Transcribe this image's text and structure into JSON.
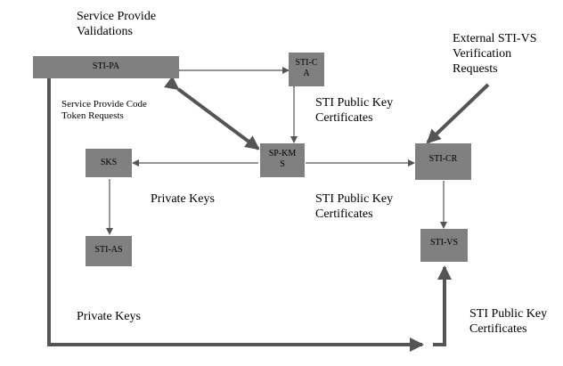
{
  "nodes": {
    "sti_pa": "STI-PA",
    "sti_ca": [
      "STI-C",
      "A"
    ],
    "sp_kms": [
      "SP-KM",
      "S"
    ],
    "sks": "SKS",
    "sti_as": "STI-AS",
    "sti_cr": "STI-CR",
    "sti_vs": "STI-VS"
  },
  "labels": {
    "service_provide_validations": [
      "Service Provide",
      "Validations"
    ],
    "service_provide_code_token_requests": [
      "Service Provide Code",
      "Token Requests"
    ],
    "sti_public_key_certificates_1": [
      "STI Public Key",
      "Certificates"
    ],
    "sti_public_key_certificates_2": [
      "STI Public Key",
      "Certificates"
    ],
    "sti_public_key_certificates_3": [
      "STI Public Key",
      "Certificates"
    ],
    "private_keys_1": "Private Keys",
    "private_keys_2": "Private Keys",
    "external_sti_vs_verification_requests": [
      "External STI-VS",
      "Verification",
      "Requests"
    ]
  },
  "colors": {
    "node_fill": "#808080",
    "arrow": "#555555"
  }
}
